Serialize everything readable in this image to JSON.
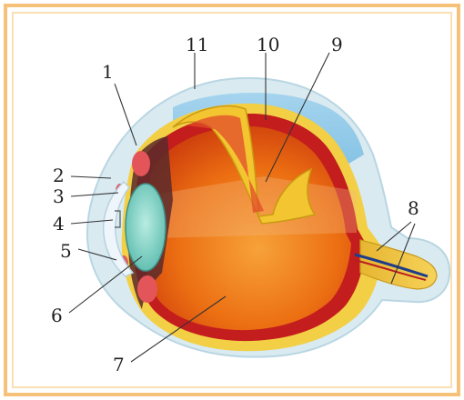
{
  "diagram": {
    "labels": {
      "l1": "1",
      "l2": "2",
      "l3": "3",
      "l4": "4",
      "l5": "5",
      "l6": "6",
      "l7": "7",
      "l8": "8",
      "l9": "9",
      "l10": "10",
      "l11": "11"
    }
  },
  "colors": {
    "frame_border": "#f6c27a",
    "outer_membrane": "#d4e6ee",
    "sclera": "#f2d24a",
    "choroid": "#c61e1e",
    "vitreous_body": "#e86a12",
    "lens": "#7fd0c4",
    "iris": "#d94a4a",
    "optic_nerve": "#f0c23a",
    "anterior_chamber": "#e9f3f8",
    "eyelid_cavity": "#8ec8e8"
  }
}
